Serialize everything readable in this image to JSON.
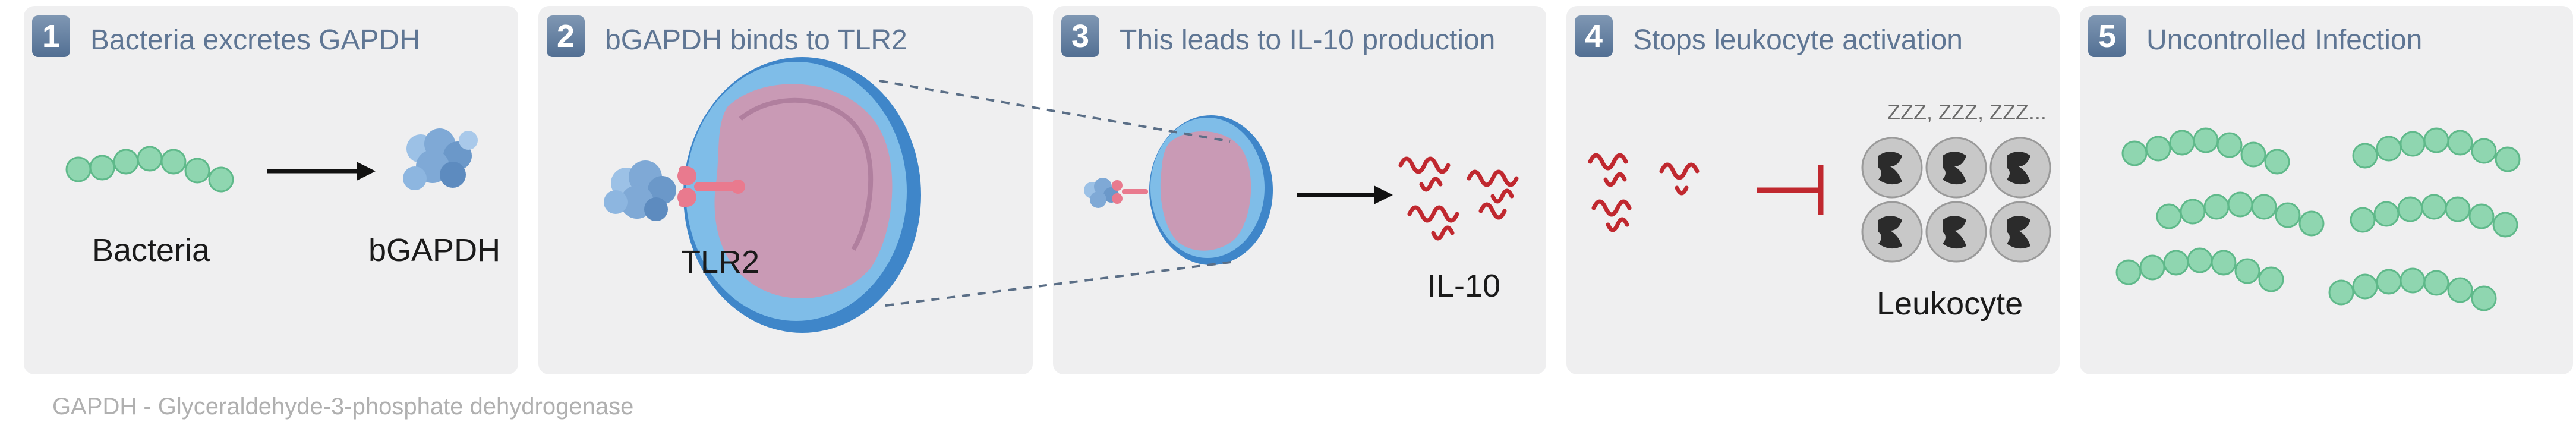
{
  "steps": [
    {
      "number": "1",
      "title": "Bacteria excretes GAPDH",
      "labels": {
        "bacteria": "Bacteria",
        "bgapdh": "bGAPDH"
      }
    },
    {
      "number": "2",
      "title": "bGAPDH binds to TLR2",
      "labels": {
        "tlr2": "TLR2"
      }
    },
    {
      "number": "3",
      "title": "This leads to IL-10 production",
      "labels": {
        "il10": "IL-10"
      }
    },
    {
      "number": "4",
      "title": "Stops leukocyte activation",
      "labels": {
        "zzz": "ZZZ, ZZZ, ZZZ...",
        "leukocyte": "Leukocyte"
      }
    },
    {
      "number": "5",
      "title": "Uncontrolled Infection"
    }
  ],
  "footnote": "GAPDH - Glyceraldehyde-3-phosphate dehydrogenase",
  "colors": {
    "panel": "#efeff0",
    "badge": "#5f7a9c",
    "title": "#5f7694",
    "bacteria": "#8fd6b0",
    "protein": "#7fa9d6",
    "receptor": "#e97a8e",
    "cell_membrane": "#5a9fd8",
    "cell_body": "#c99ab5",
    "il10": "#c0282f",
    "inhibit": "#c0282f",
    "leukocyte": "#c8c8c8"
  },
  "icons": [
    "bacteria-chain-icon",
    "gapdh-protein-icon",
    "tlr2-receptor-icon",
    "macrophage-cell-icon",
    "il10-protein-icon",
    "inhibition-bar-icon",
    "leukocyte-cell-icon",
    "arrow-right-icon"
  ]
}
